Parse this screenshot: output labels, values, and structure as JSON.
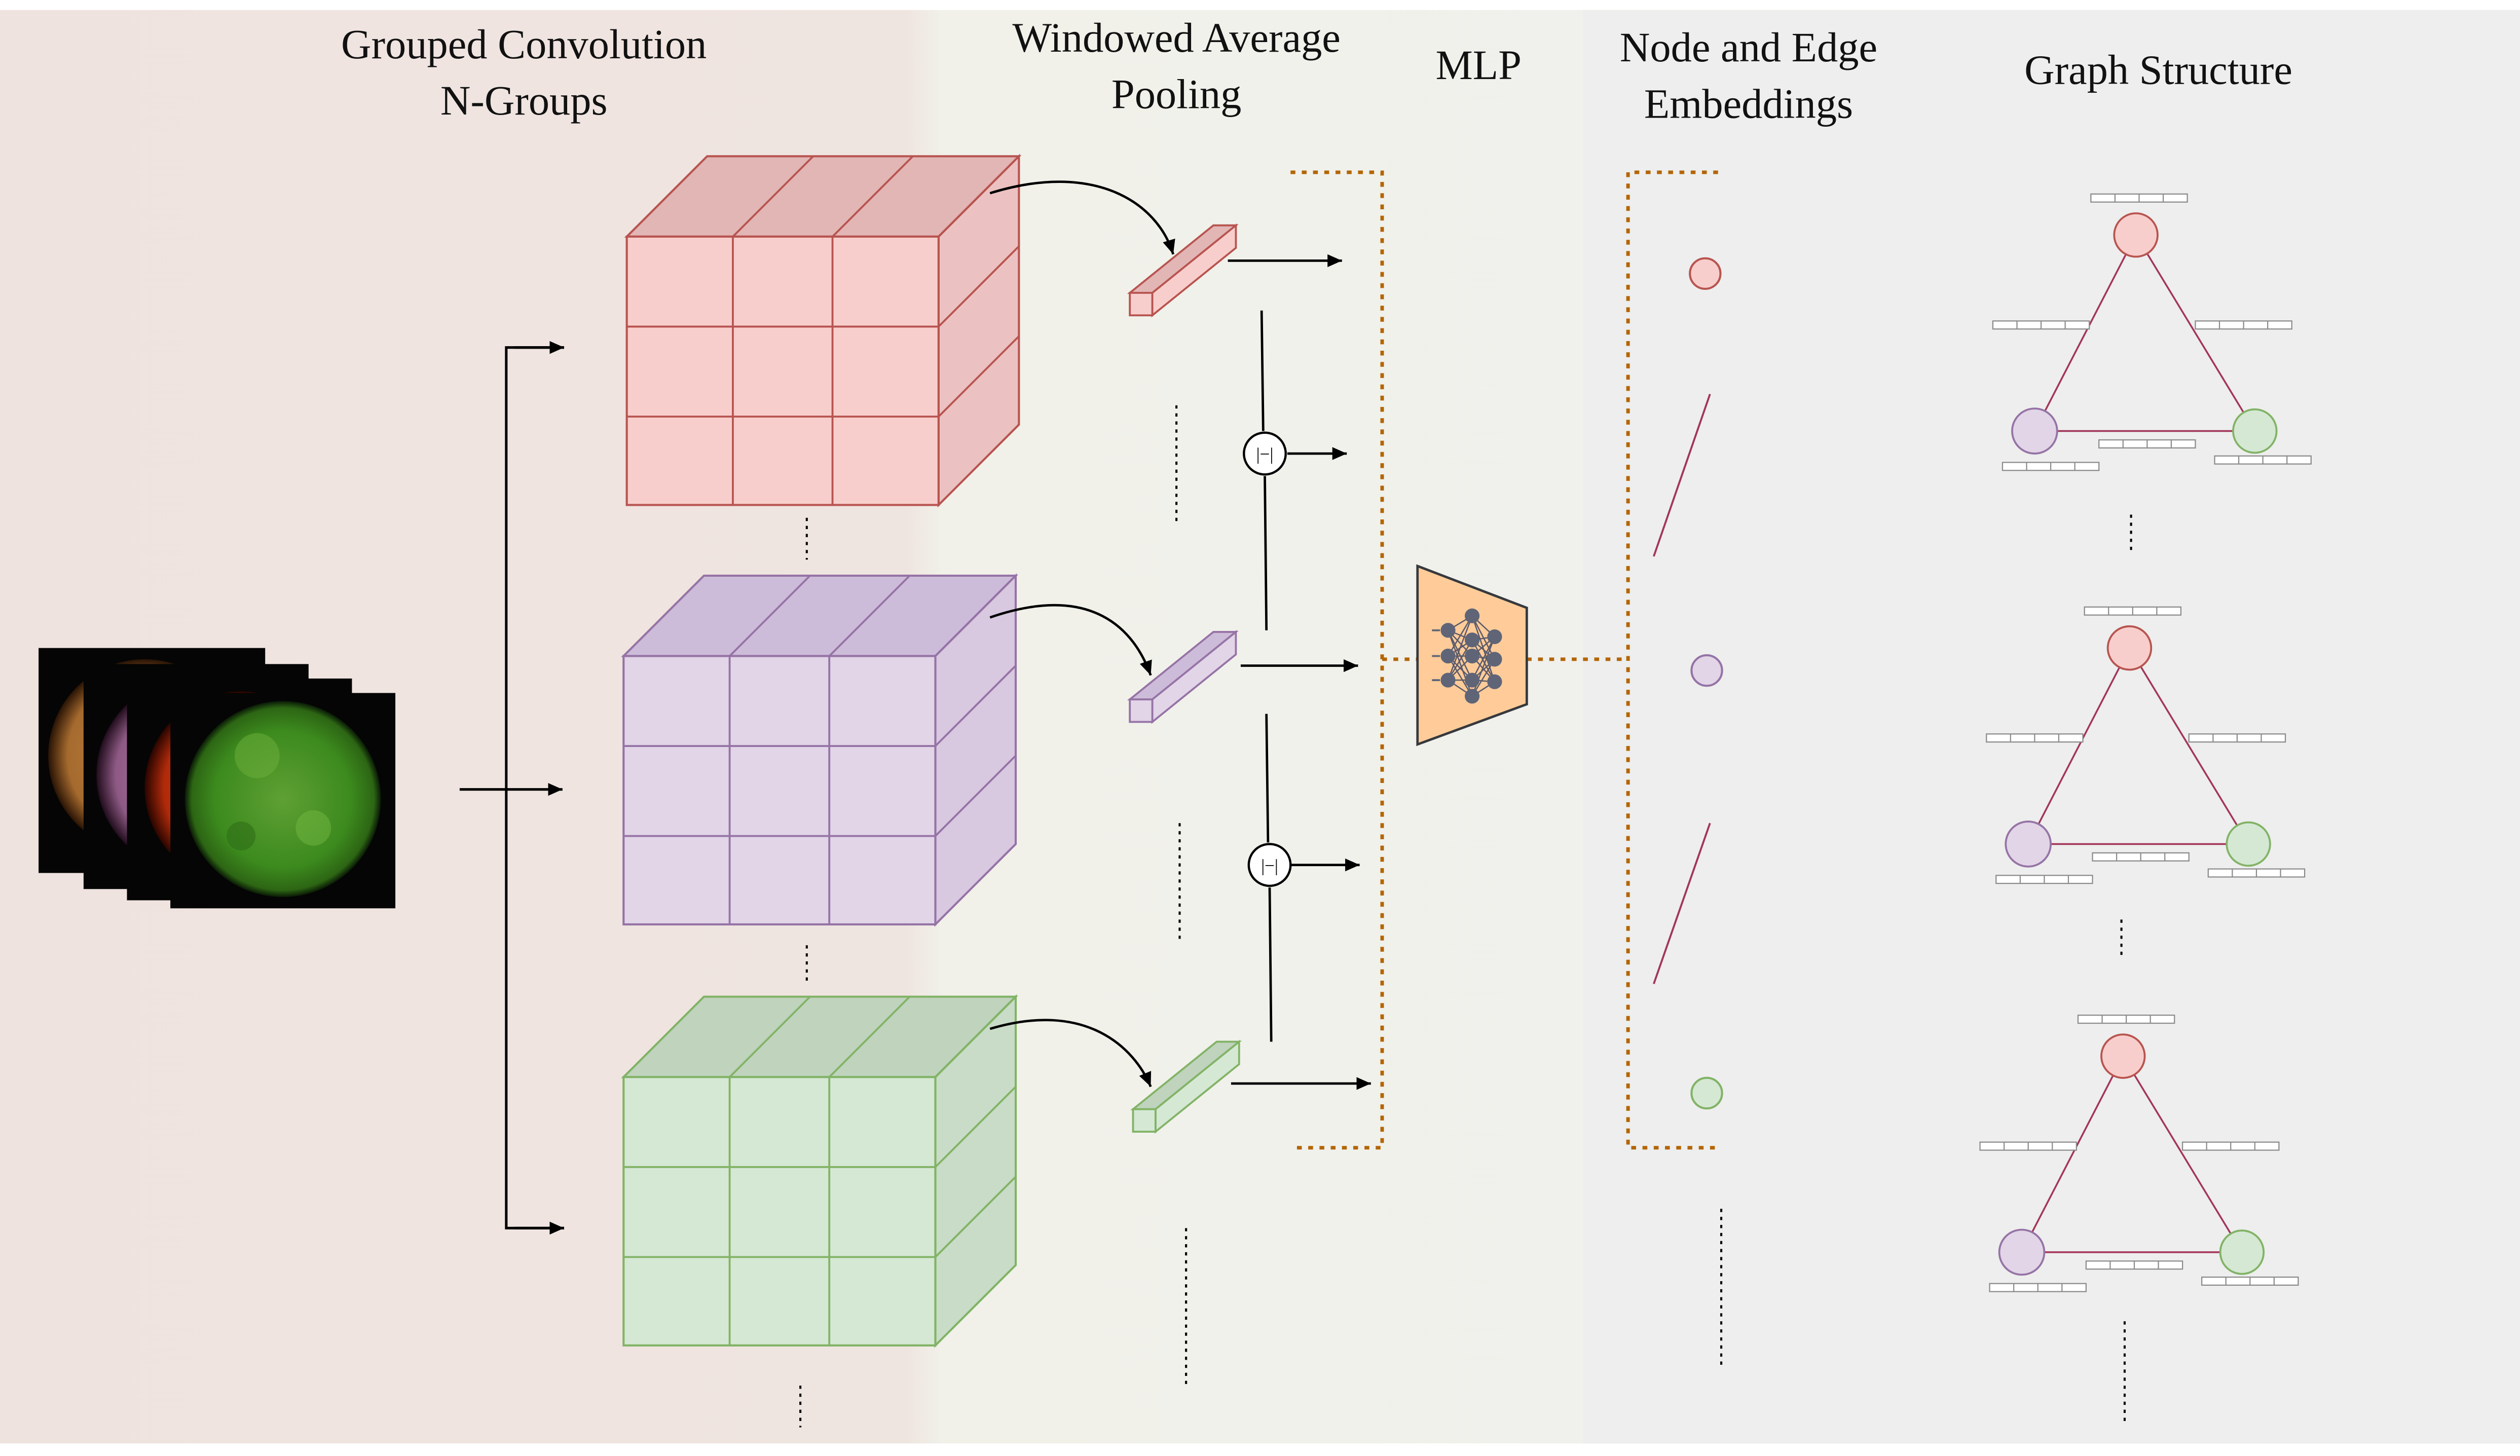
{
  "sections": {
    "conv": "Grouped Convolution\nN-Groups",
    "pool": "Windowed Average\nPooling",
    "mlp": "MLP",
    "embed": "Node and Edge\nEmbeddings",
    "graph": "Graph  Structure"
  },
  "diff_symbol": "|−|",
  "colors": {
    "red_fill": "#f8cecc",
    "red_top": "#e2b6b5",
    "red_side": "#ebc2c1",
    "red_stroke": "#b85450",
    "purple_fill": "#e1d5e7",
    "purple_top": "#cdbcd9",
    "purple_side": "#d8c8e0",
    "purple_stroke": "#9673a6",
    "green_fill": "#d5e8d4",
    "green_top": "#bfd3bd",
    "green_side": "#c9dcc7",
    "green_stroke": "#82b366",
    "mlp_fill": "#ffcc99",
    "mlp_stroke": "#36393d",
    "dotted_orange": "#b46504",
    "edge_line": "#a3355a"
  },
  "icons": [
    "solar-image-stack",
    "neural-network-icon",
    "difference-operator-icon"
  ]
}
